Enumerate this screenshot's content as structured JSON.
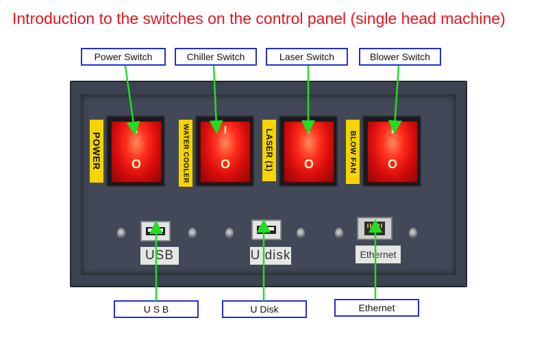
{
  "title": "Introduction to the switches on the control panel (single head machine)",
  "callouts": {
    "power_switch": "Power Switch",
    "chiller_switch": "Chiller Switch",
    "laser_switch": "Laser Switch",
    "blower_switch": "Blower Switch",
    "usb": "U S B",
    "u_disk": "U Disk",
    "ethernet": "Ethernet"
  },
  "panel": {
    "switch_labels": {
      "power": "POWER",
      "water_cooler": "WATER COOLER",
      "laser": "LASER (1)",
      "blow_fan": "BLOW FAN"
    },
    "switch_symbols": {
      "on": "I",
      "off": "O"
    },
    "port_labels": {
      "usb": "USB",
      "u_disk": "U disk",
      "ethernet": "Ethernet"
    }
  },
  "colors": {
    "title": "#e8141c",
    "callout_border": "#1f2fd0",
    "arrow": "#22dd22",
    "panel": "#3c4250",
    "switch_red": "#ff2c1a",
    "label_yellow": "#f5d400"
  }
}
